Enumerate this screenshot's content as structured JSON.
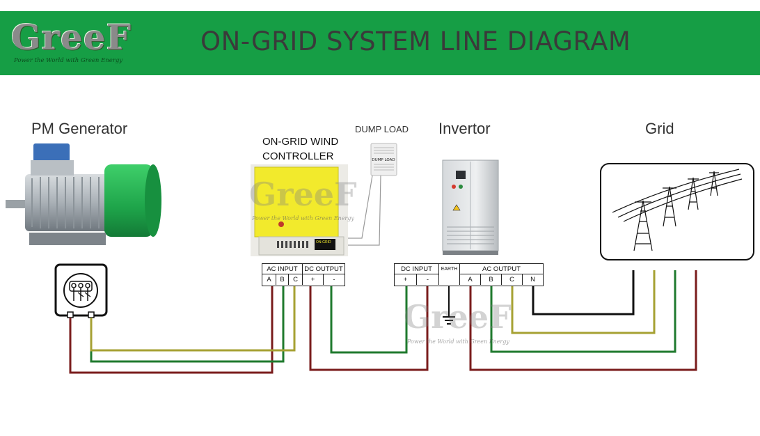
{
  "header": {
    "logo_text": "GreeF",
    "logo_tagline": "Power the World with Green Energy",
    "title": "ON-GRID SYSTEM LINE DIAGRAM",
    "background": "#169e45"
  },
  "components": {
    "generator": {
      "label": "PM Generator"
    },
    "controller": {
      "label": "ON-GRID WIND CONTROLLER",
      "body_color": "#f2ea2c",
      "lcd_text": "ON-GRID"
    },
    "dump_load": {
      "label": "DUMP  LOAD",
      "device_text": "DUMP LOAD"
    },
    "inverter": {
      "label": "Invertor"
    },
    "grid": {
      "label": "Grid"
    }
  },
  "controller_terminals": {
    "ac_input": {
      "header": "AC INPUT",
      "pins": [
        "A",
        "B",
        "C"
      ]
    },
    "dc_output": {
      "header": "DC OUTPUT",
      "pins": [
        "+",
        "-"
      ]
    }
  },
  "inverter_terminals": {
    "dc_input": {
      "header": "DC INPUT",
      "pins": [
        "+",
        "-"
      ]
    },
    "earth": {
      "header": "EARTH"
    },
    "ac_output": {
      "header": "AC OUTPUT",
      "pins": [
        "A",
        "B",
        "C",
        "N"
      ]
    }
  },
  "wire_colors": {
    "red": "#7a1c1c",
    "green": "#1f7a2e",
    "yellow_green": "#a6a133",
    "black": "#111111"
  }
}
